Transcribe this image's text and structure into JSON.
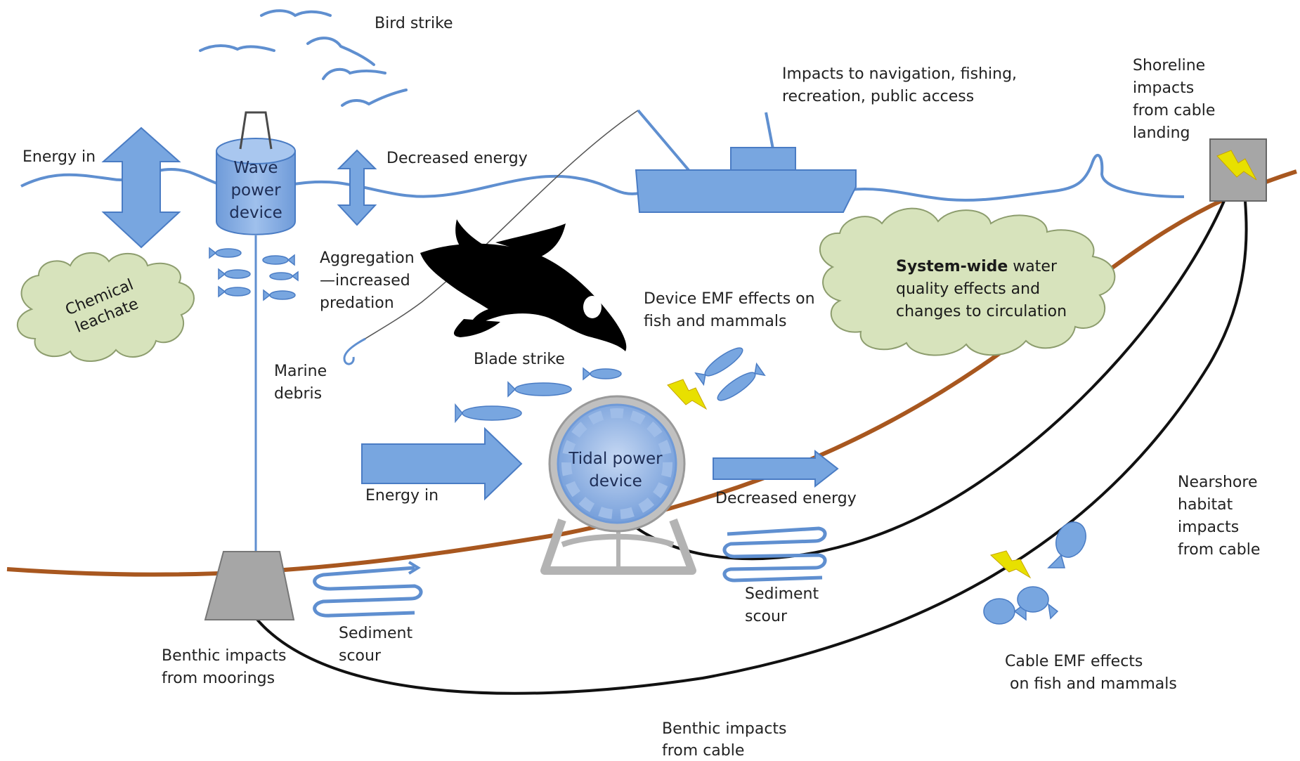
{
  "labels": {
    "bird_strike": "Bird strike",
    "energy_in_wave": "Energy in",
    "wave_device": [
      "Wave",
      "power",
      "device"
    ],
    "decreased_energy_wave": "Decreased energy",
    "navigation": [
      "Impacts to navigation, fishing,",
      "recreation, public access"
    ],
    "shoreline": [
      "Shoreline",
      "impacts",
      "from cable",
      "landing"
    ],
    "chemical": [
      "Chemical",
      "leachate"
    ],
    "aggregation": [
      "Aggregation",
      "—increased",
      "predation"
    ],
    "system_wide_bold": "System-wide",
    "system_wide_rest": " water",
    "system_wide_2": "quality effects and",
    "system_wide_3": "changes to circulation",
    "device_emf": [
      "Device EMF effects on",
      "fish and mammals"
    ],
    "marine_debris": [
      "Marine",
      "debris"
    ],
    "blade_strike": "Blade strike",
    "energy_in_tidal": "Energy in",
    "tidal_device": [
      "Tidal power",
      "device"
    ],
    "decreased_energy_tidal": "Decreased energy",
    "nearshore": [
      "Nearshore",
      "habitat",
      "impacts",
      "from cable"
    ],
    "sediment_left": [
      "Sediment",
      "scour"
    ],
    "sediment_right": [
      "Sediment",
      "scour"
    ],
    "benthic_moorings": [
      "Benthic impacts",
      "from moorings"
    ],
    "cable_emf": [
      "Cable EMF effects",
      " on fish and mammals"
    ],
    "benthic_cable": [
      "Benthic impacts",
      "from cable"
    ]
  },
  "colors": {
    "water": "#5f8fd0",
    "blue_fill": "#78a6e0",
    "blue_stroke": "#4a7cc4",
    "seafloor": "#a8571f",
    "cloud_fill": "#d7e3bc",
    "cloud_stroke": "#8d9d6e",
    "gray": "#a6a6a6",
    "lightning": "#e8e000"
  }
}
